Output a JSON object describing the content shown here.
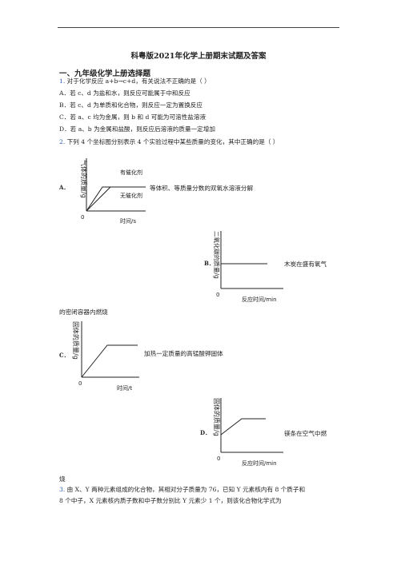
{
  "doc": {
    "title": "科粤版2021年化学上册期末试题及答案",
    "section": "一、九年级化学上册选择题"
  },
  "q1": {
    "num": "1.",
    "stem": "对于化学反应 a+b→c+d，有关说法不正确的是（    ）",
    "options": [
      "A．若 c、d 为盐和水，则反应可能属于中和反应",
      "B．若 c、d 为单质和化合物，则反应一定为置换反应",
      "C．若 a、c 均为金属，则 b 和 d 可能为可溶性盐溶液",
      "D．若 a、b 为金属和盐酸，则反应后溶液的质量一定增加"
    ]
  },
  "q2": {
    "num": "2.",
    "stem": "下列 4 个坐标图分别表示 4 个实验过程中某些质量的变化，其中正确的是（    ）",
    "A": {
      "label": "A．",
      "desc": "等体积、等质量分数的双氧水溶液分解",
      "ylabel": "气体的质量/g",
      "xlabel": "时间/s",
      "origin": "0",
      "curve1": "有催化剂",
      "curve2": "无催化剂"
    },
    "B": {
      "label": "B．",
      "desc": "木炭在盛有氧气",
      "desc_cont": "的密闭容器内燃烧",
      "ylabel": "二氧化碳的质量/g",
      "xlabel": "反应时间/min",
      "origin": "0"
    },
    "C": {
      "label": "C．",
      "desc": "加热一定质量的高锰酸钾固体",
      "ylabel": "固体的质量/g",
      "xlabel": "时间/t",
      "origin": "0"
    },
    "D": {
      "label": "D．",
      "desc": "镁条在空气中燃",
      "desc_cont": "烧",
      "ylabel": "固体的质量/g",
      "xlabel": "反应时间/min",
      "origin": "0"
    }
  },
  "q3": {
    "num": "3.",
    "line1": "由 X、Y 两种元素组成的化合物，其相对分子质量为 76，已知 Y 元素核内有 8 个质子和",
    "line2": "8 个中子，X 元素核内质子数和中子数分别比 Y 元素少 1 个，则该化合物化学式为"
  },
  "colors": {
    "number": "#2a5db0",
    "ink": "#222222"
  }
}
